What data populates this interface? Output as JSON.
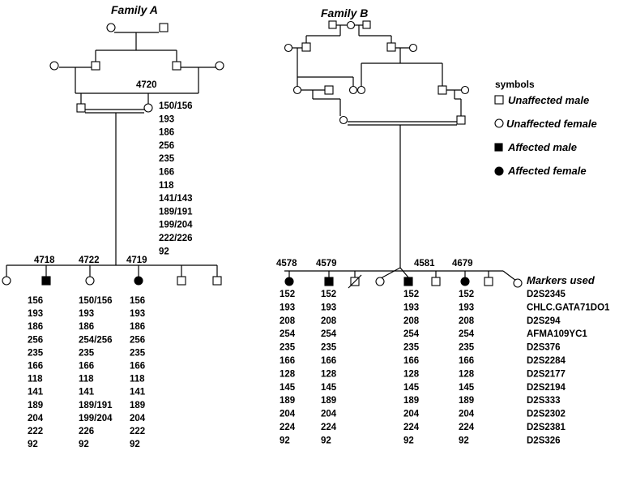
{
  "family_a": {
    "title": "Family A",
    "parent_id": "4720",
    "parent_markers": [
      "150/156",
      "193",
      "186",
      "256",
      "235",
      "166",
      "118",
      "141/143",
      "189/191",
      "199/204",
      "222/226",
      "92"
    ],
    "child_ids": [
      "4718",
      "4722",
      "4719"
    ],
    "child_markers": [
      [
        "156",
        "193",
        "186",
        "256",
        "235",
        "166",
        "118",
        "141",
        "189",
        "204",
        "222",
        "92"
      ],
      [
        "150/156",
        "193",
        "186",
        "254/256",
        "235",
        "166",
        "118",
        "141",
        "189/191",
        "199/204",
        "226",
        "92"
      ],
      [
        "156",
        "193",
        "186",
        "256",
        "235",
        "166",
        "118",
        "141",
        "189",
        "204",
        "222",
        "92"
      ]
    ]
  },
  "family_b": {
    "title": "Family B",
    "child_ids": [
      "4578",
      "4579",
      "4581",
      "4679"
    ],
    "child_markers": [
      [
        "152",
        "193",
        "208",
        "254",
        "235",
        "166",
        "128",
        "145",
        "189",
        "204",
        "224",
        "92"
      ],
      [
        "152",
        "193",
        "208",
        "254",
        "235",
        "166",
        "128",
        "145",
        "189",
        "204",
        "224",
        "92"
      ],
      [
        "152",
        "193",
        "208",
        "254",
        "235",
        "166",
        "128",
        "145",
        "189",
        "204",
        "224",
        "92"
      ],
      [
        "152",
        "193",
        "208",
        "254",
        "235",
        "166",
        "128",
        "145",
        "189",
        "204",
        "224",
        "92"
      ]
    ],
    "markers_used_title": "Markers used",
    "markers_used": [
      "D2S2345",
      "CHLC.GATA71DO1",
      "D2S294",
      "AFMA109YC1",
      "D2S376",
      "D2S2284",
      "D2S2177",
      "D2S2194",
      "D2S333",
      "D2S2302",
      "D2S2381",
      "D2S326"
    ]
  },
  "legend": {
    "heading": "symbols",
    "items": [
      {
        "symbol": "square-open",
        "label": "Unaffected male"
      },
      {
        "symbol": "circle-open",
        "label": "Unaffected female"
      },
      {
        "symbol": "square-filled",
        "label": "Affected male"
      },
      {
        "symbol": "circle-filled",
        "label": "Affected female"
      }
    ]
  }
}
